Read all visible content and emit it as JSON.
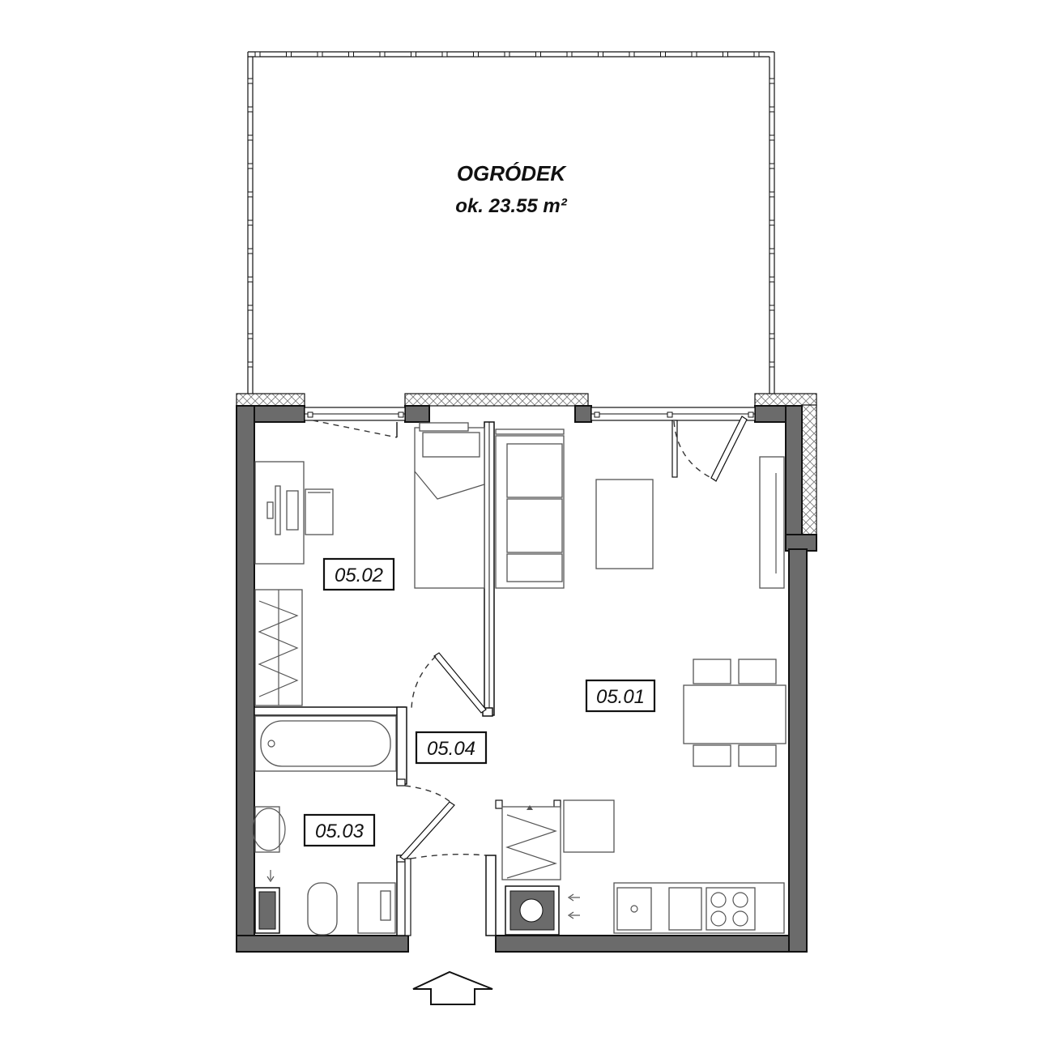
{
  "garden": {
    "title": "OGRÓDEK",
    "area": "ok. 23.55 m²"
  },
  "rooms": [
    {
      "id": "05.01"
    },
    {
      "id": "05.02"
    },
    {
      "id": "05.03"
    },
    {
      "id": "05.04"
    }
  ],
  "colors": {
    "wall": "#6b6b6b",
    "line": "#111111",
    "furniture": "#555555"
  },
  "icons": {
    "entrance": "entrance-arrow-icon",
    "drain": "drain-arrow-icon"
  }
}
